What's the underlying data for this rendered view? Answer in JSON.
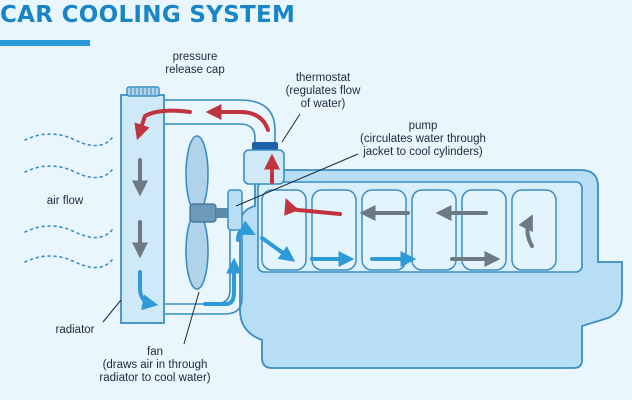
{
  "title": "CAR COOLING SYSTEM",
  "labels": {
    "pressure_cap": "pressure\nrelease cap",
    "thermostat": "thermostat\n(regulates flow\nof water)",
    "pump": "pump\n(circulates water through\njacket to cool cylinders)",
    "air_flow": "air flow",
    "radiator": "radiator",
    "fan": "fan\n(draws air in through\nradiator to cool water)"
  },
  "colors": {
    "background": "#e9f6fd",
    "title": "#1a85c4",
    "outline": "#3b8ec4",
    "fill": "#cfe9f8",
    "hot_flow": "#c0333f",
    "cold_flow": "#2f9ad8",
    "neutral_flow": "#6b7a85"
  }
}
